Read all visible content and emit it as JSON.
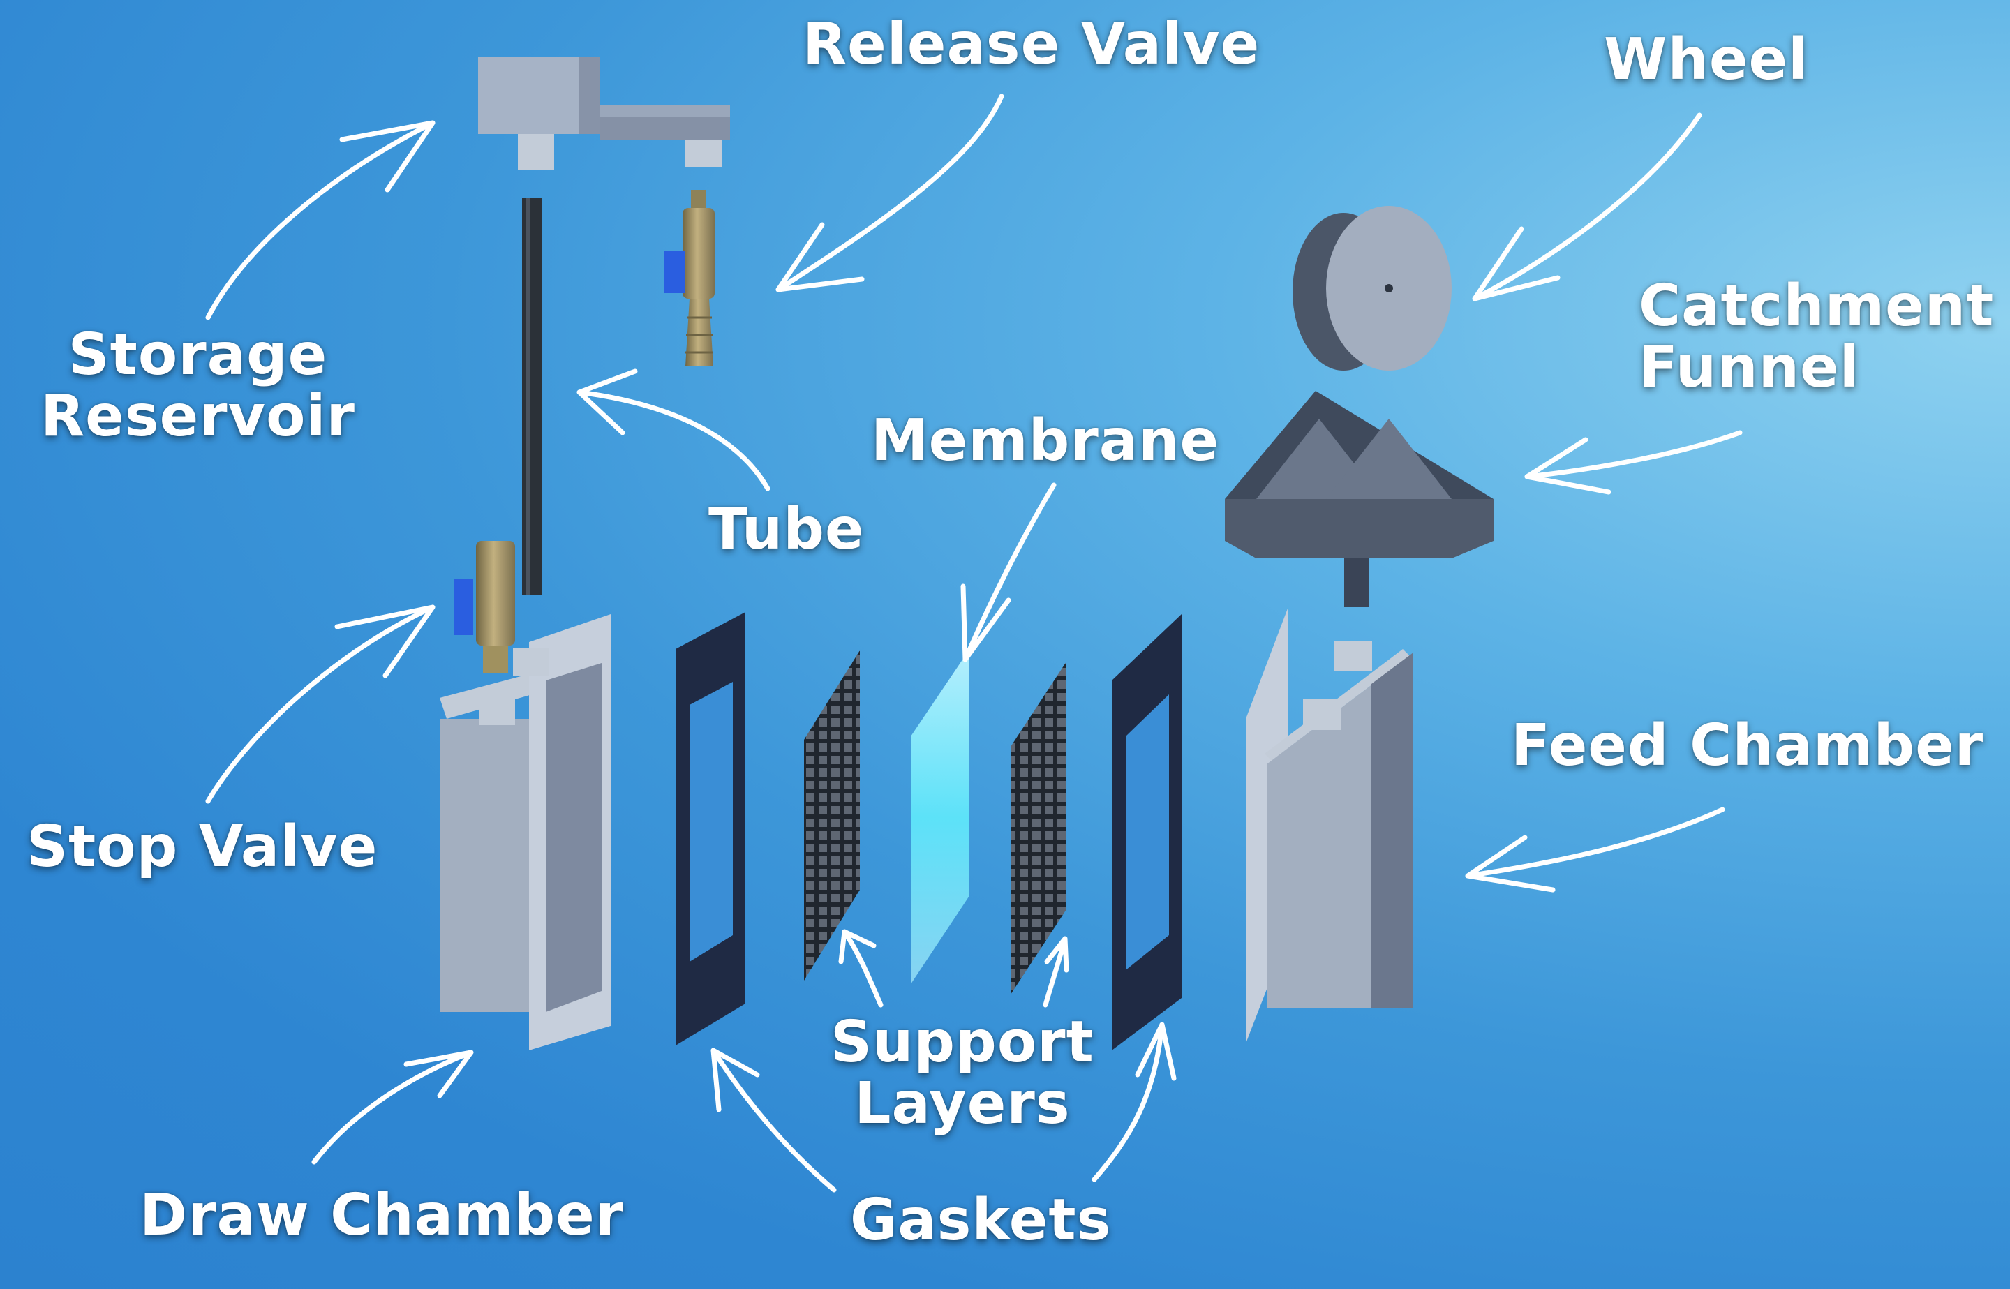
{
  "labels": {
    "release_valve": "Release Valve",
    "wheel": "Wheel",
    "catchment_funnel": [
      "Catchment",
      "Funnel"
    ],
    "storage_reservoir": [
      "Storage",
      "Reservoir"
    ],
    "membrane": "Membrane",
    "tube": "Tube",
    "feed_chamber": "Feed Chamber",
    "stop_valve": "Stop Valve",
    "support_layers": [
      "Support",
      "Layers"
    ],
    "draw_chamber": "Draw Chamber",
    "gaskets": "Gaskets"
  },
  "colors": {
    "background": "#2e86d2",
    "label_text": "#ffffff",
    "metal": "#a8b4c4",
    "gasket": "#1f2a44",
    "membrane": "#5fe3f7",
    "brass": "#a79566",
    "valve_handle": "#2a5ee0"
  }
}
